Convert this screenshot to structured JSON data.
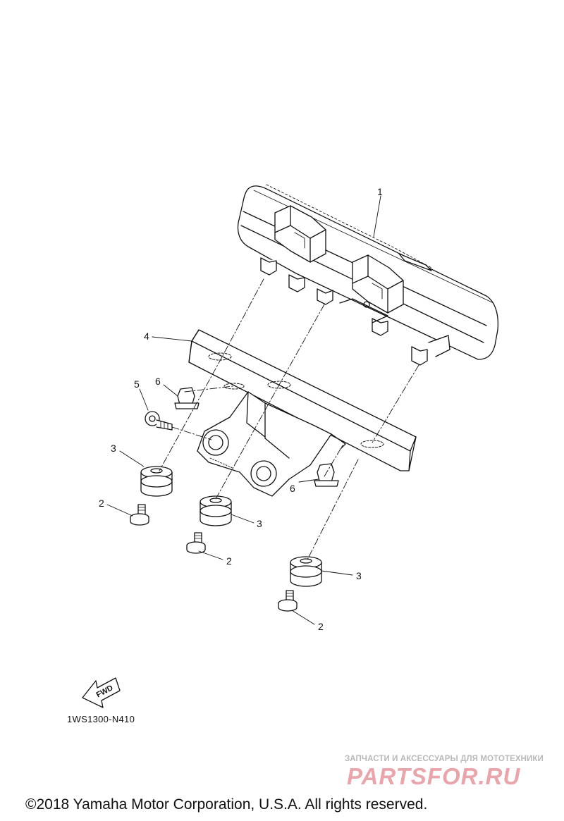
{
  "diagram": {
    "callouts": [
      {
        "id": "c1",
        "label": "1"
      },
      {
        "id": "c4",
        "label": "4"
      },
      {
        "id": "c5",
        "label": "5"
      },
      {
        "id": "c6a",
        "label": "6"
      },
      {
        "id": "c6b",
        "label": "6"
      },
      {
        "id": "c3a",
        "label": "3"
      },
      {
        "id": "c3b",
        "label": "3"
      },
      {
        "id": "c3c",
        "label": "3"
      },
      {
        "id": "c2a",
        "label": "2"
      },
      {
        "id": "c2b",
        "label": "2"
      },
      {
        "id": "c2c",
        "label": "2"
      }
    ],
    "fwd_label": "FWD",
    "reference_code": "1WS1300-N410"
  },
  "watermark": {
    "tagline": "ЗАПЧАСТИ И АКСЕССУАРЫ ДЛЯ МОТОТЕХНИКИ",
    "logo_text": "PARTSFOR.RU",
    "logo_color": "#e7a6ac"
  },
  "copyright": "©2018 Yamaha Motor Corporation, U.S.A. All rights reserved."
}
